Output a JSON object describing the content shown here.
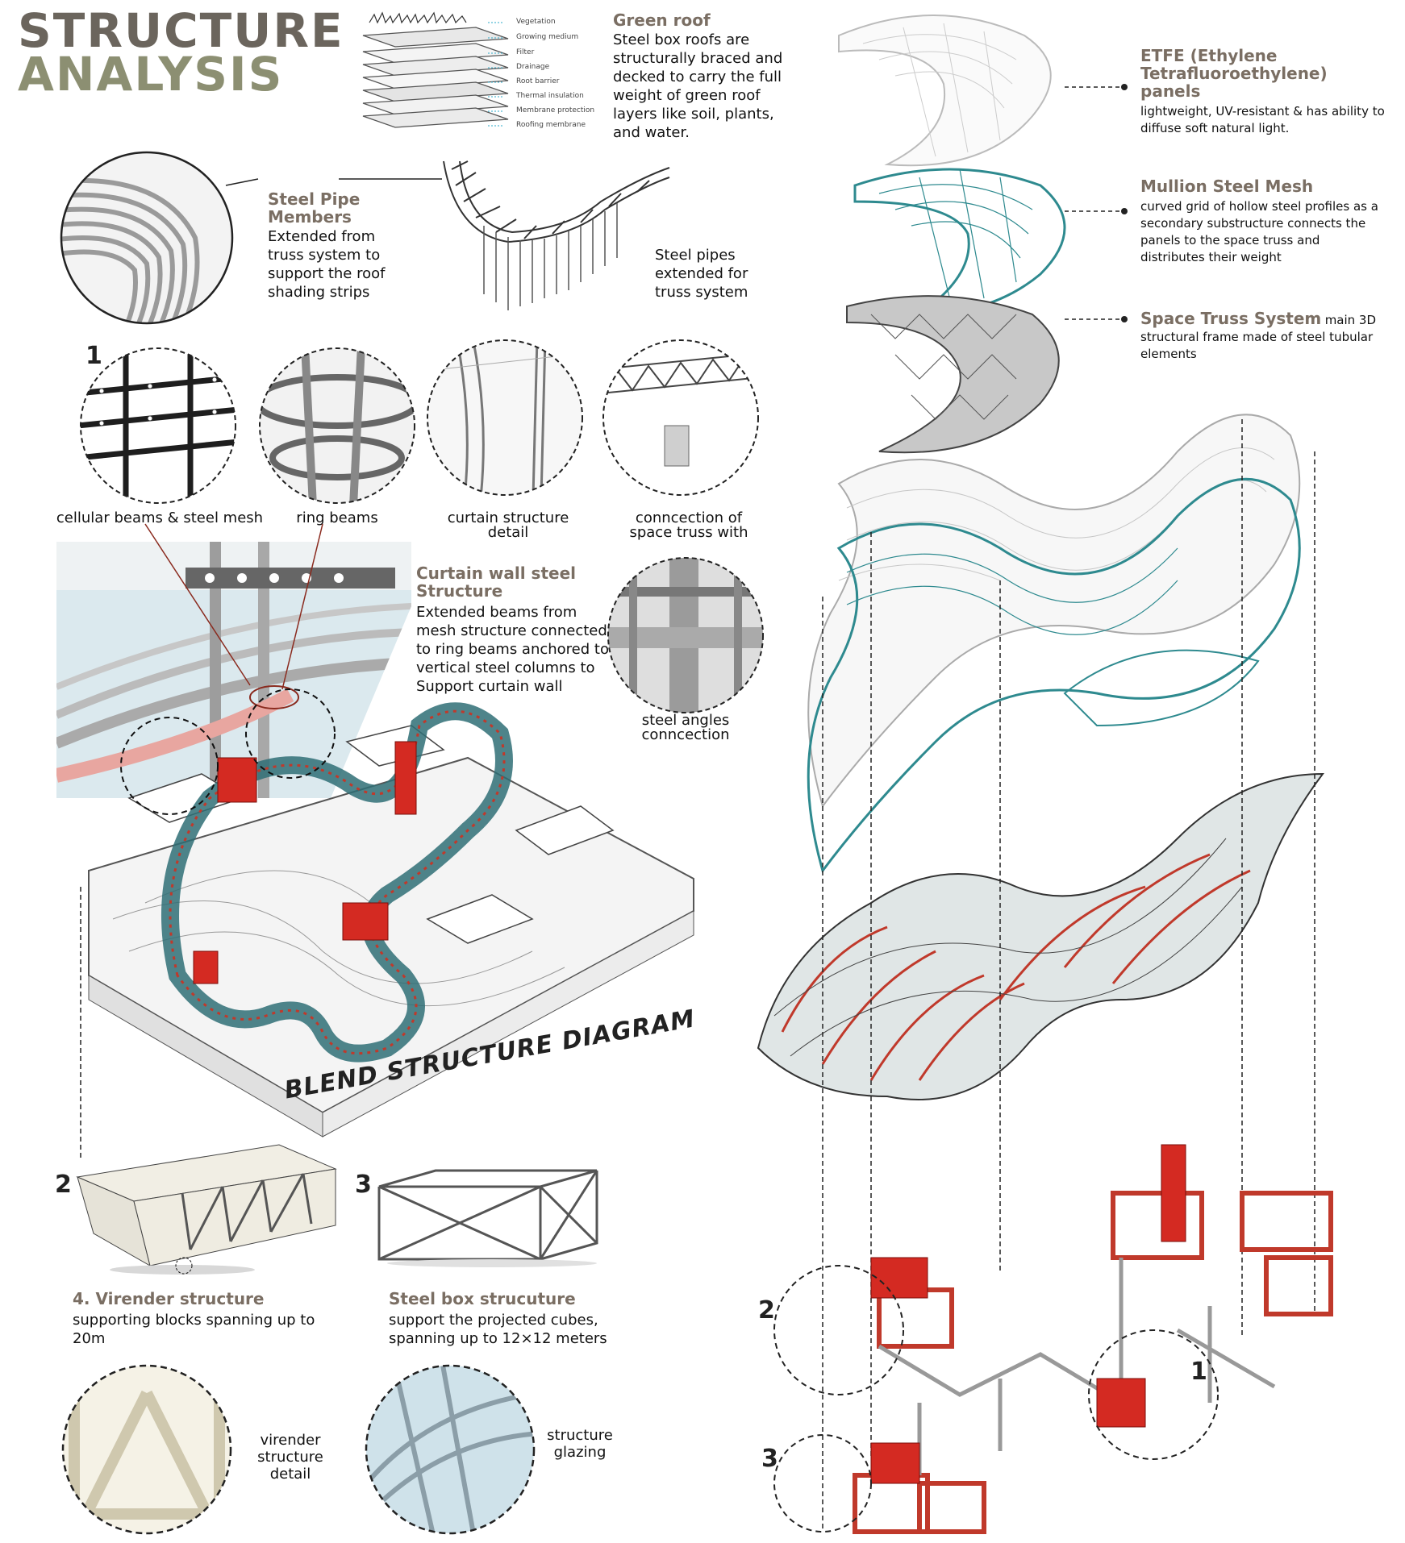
{
  "title": {
    "line1": "STRUCTURE",
    "line2": "ANALYSIS"
  },
  "green_roof": {
    "heading": "Green roof",
    "text": "Steel box roofs are structurally braced and decked to carry the full weight of green roof layers like soil, plants, and water.",
    "layers": [
      "Vegetation",
      "Growing medium",
      "Filter",
      "Drainage",
      "Root barrier",
      "Thermal insulation",
      "Membrane protection",
      "Roofing membrane"
    ]
  },
  "steel_pipe": {
    "heading": "Steel Pipe Members",
    "text": "Extended from truss system to support the roof shading strips",
    "caption": "Steel pipes extended for truss system"
  },
  "details": {
    "number": "1",
    "items": [
      "cellular beams & steel mesh",
      "ring beams",
      "curtain structure detail",
      "conncection of space truss with"
    ]
  },
  "curtain_wall": {
    "heading": "Curtain wall steel Structure",
    "text": "Extended beams from mesh structure connected to ring beams anchored to vertical steel columns to Support curtain wall",
    "caption": "steel angles conncection"
  },
  "blend": {
    "label": "BLEND STRUCTURE DIAGRAM"
  },
  "virender": {
    "number": "2",
    "heading": "4. Virender structure",
    "text": "supporting blocks spanning up to 20m",
    "detail": "virender structure detail"
  },
  "steel_box": {
    "number": "3",
    "heading": "Steel box strucuture",
    "text": "support the projected cubes, spanning up to 12×12 meters",
    "detail": "structure glazing"
  },
  "etfe": {
    "heading": "ETFE (Ethylene Tetrafluoroethylene) panels",
    "text": "lightweight, UV-resistant & has ability to diffuse soft natural light."
  },
  "mullion": {
    "heading": "Mullion Steel Mesh",
    "text": "curved grid of hollow steel profiles as a secondary substructure connects the panels to the space truss and distributes their weight"
  },
  "space_truss": {
    "heading": "Space Truss System",
    "text": "main 3D structural frame made of steel tubular elements"
  },
  "right_numbers": {
    "n2": "2",
    "n3": "3",
    "n1": "1"
  },
  "colors": {
    "accent_red": "#d42a22",
    "teal": "#2e8a8f",
    "steel": "#8f8f8f",
    "heading_brown": "#7a6e63",
    "title_olive": "#8c8f72"
  }
}
